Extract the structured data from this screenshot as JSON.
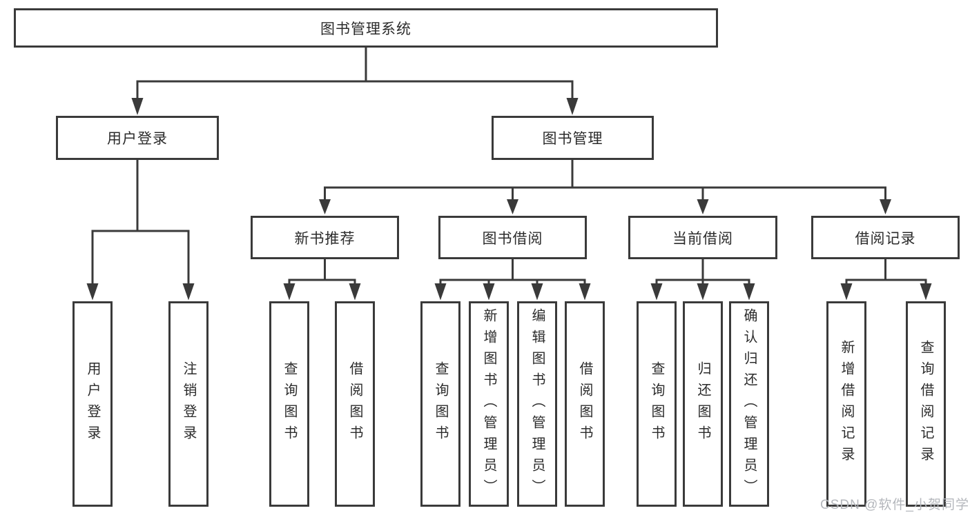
{
  "diagram_title": "图书管理系统",
  "nodes": {
    "root": {
      "label": "图书管理系统"
    },
    "user_login": {
      "label": "用户登录"
    },
    "book_mgmt": {
      "label": "图书管理"
    },
    "user_login_leaf": {
      "label": "用户登录"
    },
    "logout_leaf": {
      "label": "注销登录"
    },
    "new_books": {
      "label": "新书推荐"
    },
    "book_borrow": {
      "label": "图书借阅"
    },
    "current_borrow": {
      "label": "当前借阅"
    },
    "borrow_records": {
      "label": "借阅记录"
    },
    "nb_query_books": {
      "label": "查询图书"
    },
    "nb_borrow_books": {
      "label": "借阅图书"
    },
    "bb_query_books": {
      "label": "查询图书"
    },
    "bb_add_books": {
      "label": "新增图书（管理员）"
    },
    "bb_edit_books": {
      "label": "编辑图书（管理员）"
    },
    "bb_borrow_books": {
      "label": "借阅图书"
    },
    "cb_query_books": {
      "label": "查询图书"
    },
    "cb_return_books": {
      "label": "归还图书"
    },
    "cb_confirm_return": {
      "label": "确认归还（管理员）"
    },
    "br_add_record": {
      "label": "新增借阅记录"
    },
    "br_query_record": {
      "label": "查询借阅记录"
    }
  },
  "hierarchy": {
    "图书管理系统": [
      "用户登录",
      "图书管理"
    ],
    "用户登录": [
      "用户登录",
      "注销登录"
    ],
    "图书管理": [
      "新书推荐",
      "图书借阅",
      "当前借阅",
      "借阅记录"
    ],
    "新书推荐": [
      "查询图书",
      "借阅图书"
    ],
    "图书借阅": [
      "查询图书",
      "新增图书（管理员）",
      "编辑图书（管理员）",
      "借阅图书"
    ],
    "当前借阅": [
      "查询图书",
      "归还图书",
      "确认归还（管理员）"
    ],
    "借阅记录": [
      "新增借阅记录",
      "查询借阅记录"
    ]
  },
  "watermark": "CSDN @软件_小贺同学",
  "colors": {
    "line": "#3a3a3a",
    "text": "#2b2b2b",
    "watermark": "#b4b7bc",
    "background": "#ffffff"
  }
}
